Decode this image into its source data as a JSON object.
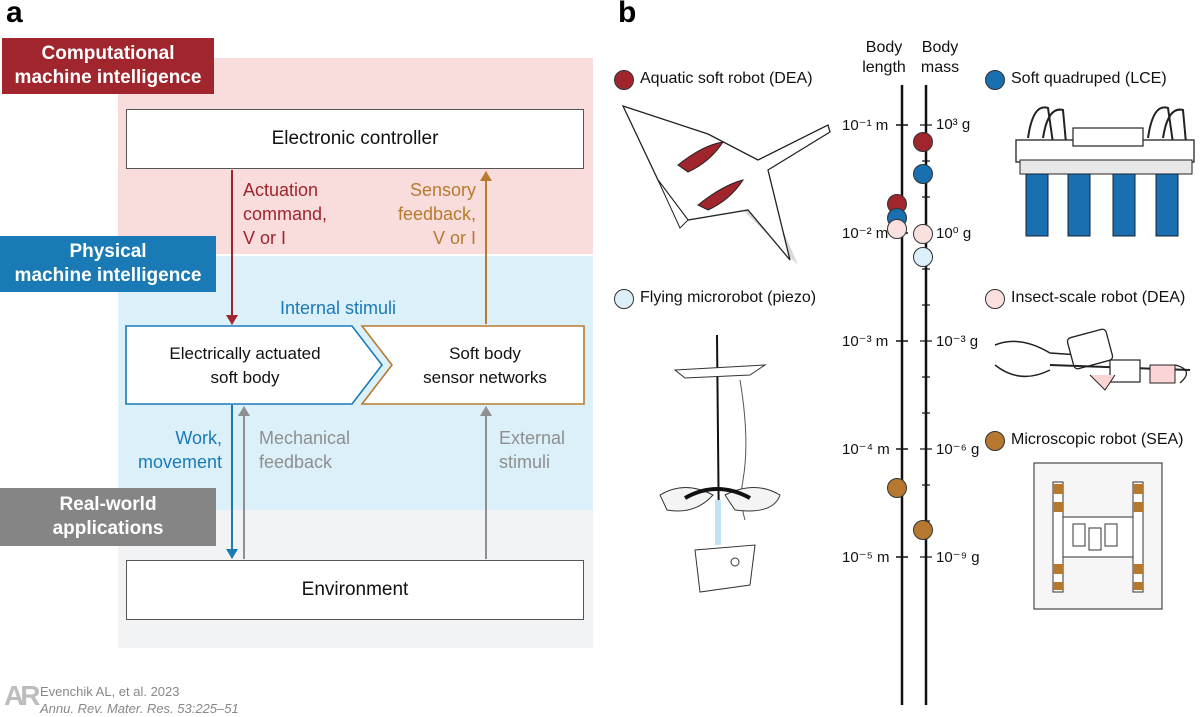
{
  "panel_a": {
    "letter": "a",
    "tags": {
      "computational": [
        "Computational",
        "machine intelligence"
      ],
      "physical": [
        "Physical",
        "machine intelligence"
      ],
      "real_world": [
        "Real-world",
        "applications"
      ]
    },
    "boxes": {
      "controller": "Electronic controller",
      "actuated_body": [
        "Electrically actuated",
        "soft body"
      ],
      "sensor_networks": [
        "Soft body",
        "sensor networks"
      ],
      "environment": "Environment"
    },
    "labels": {
      "actuation": [
        "Actuation",
        "command,",
        "V or I"
      ],
      "sensory": [
        "Sensory",
        "feedback,",
        "V or I"
      ],
      "internal": "Internal stimuli",
      "work": [
        "Work,",
        "movement"
      ],
      "mechanical": [
        "Mechanical",
        "feedback"
      ],
      "external": [
        "External",
        "stimuli"
      ]
    },
    "colors": {
      "computational": "#a0252d",
      "computational_band": "#f9dcdc",
      "physical": "#1a7ab5",
      "physical_band": "#dcf0fa",
      "real_world": "#858585",
      "real_world_band": "#f2f3f5",
      "sensory": "#b77a2f",
      "mechanical": "#8f8f8f"
    }
  },
  "panel_b": {
    "letter": "b",
    "axis_headers": {
      "length": [
        "Body",
        "length"
      ],
      "mass": [
        "Body",
        "mass"
      ]
    },
    "length_ticks": [
      "10⁻¹ m",
      "10⁻² m",
      "10⁻³ m",
      "10⁻⁴ m",
      "10⁻⁵ m"
    ],
    "mass_ticks": [
      "10³ g",
      "10⁰ g",
      "10⁻³ g",
      "10⁻⁶ g",
      "10⁻⁹ g"
    ],
    "robots": [
      {
        "label": "Aquatic soft robot (DEA)",
        "color": "#a0252d"
      },
      {
        "label": "Flying microrobot (piezo)",
        "color": "#dcf0fa"
      },
      {
        "label": "Soft quadruped (LCE)",
        "color": "#1a6fb0"
      },
      {
        "label": "Insect-scale robot (DEA)",
        "color": "#fbe0e0"
      },
      {
        "label": "Microscopic robot (SEA)",
        "color": "#b6782f"
      }
    ]
  },
  "citation": {
    "logo": "AR",
    "line1": "Evenchik AL, et al. 2023",
    "line2": "Annu. Rev. Mater. Res. 53:225–51"
  }
}
